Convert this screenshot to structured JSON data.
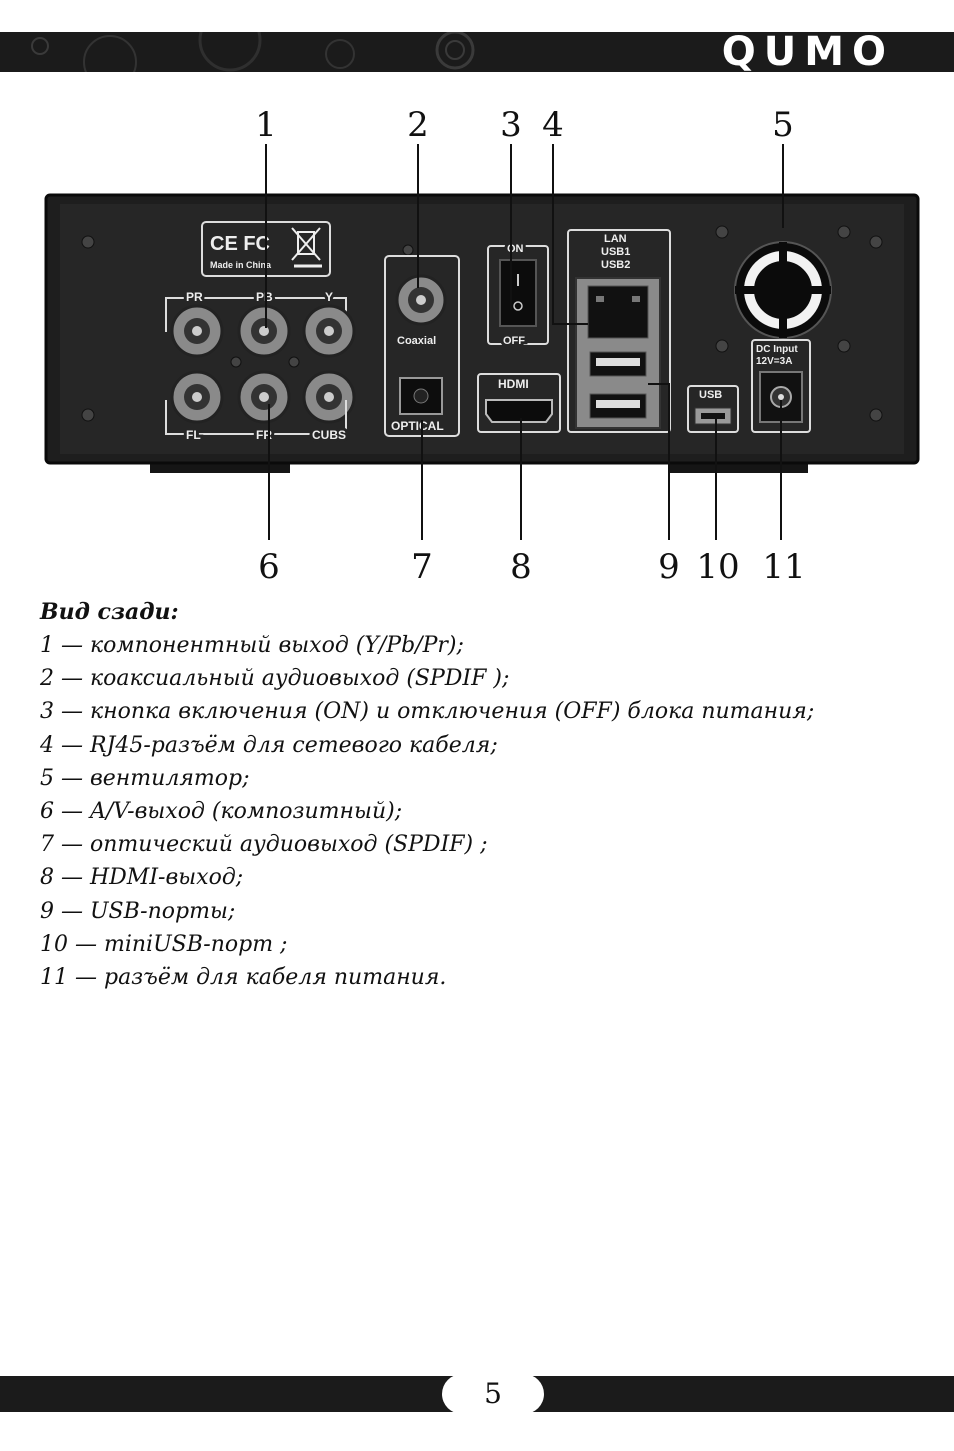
{
  "header": {
    "logo_text": "QUMO"
  },
  "figure": {
    "callouts": [
      "1",
      "2",
      "3",
      "4",
      "5",
      "6",
      "7",
      "8",
      "9",
      "10",
      "11"
    ],
    "panel_labels": {
      "ce_mark": "CE FC",
      "made_in": "Made in China",
      "pr": "PR",
      "pb": "PB",
      "y": "Y",
      "fl": "FL",
      "fr": "FR",
      "cubs": "CUBS",
      "coaxial": "Coaxial",
      "optical": "OPTICAL",
      "on": "ON",
      "off": "OFF",
      "hdmi": "HDMI",
      "lan": "LAN",
      "usb1": "USB1",
      "usb2": "USB2",
      "usb": "USB",
      "dc_input": "DC Input",
      "dc_rating": "12V=3A"
    }
  },
  "caption": {
    "title": "Вид сзади:",
    "items": [
      "1 — компонентный выход (Y/Pb/Pr);",
      "2 — коаксиальный аудиовыход (SPDIF );",
      "3 — кнопка включения (ON) и отключения (OFF) блока питания;",
      "4 — RJ45-разъём для сетевого кабеля;",
      "5 — вентилятор;",
      "6 — A/V-выход (композитный);",
      "7 — оптический аудиовыход (SPDIF) ;",
      "8 — HDMI-выход;",
      "9 — USB-порты;",
      "10 — miniUSB-порт ;",
      "11 — разъём для кабеля питания."
    ]
  },
  "footer": {
    "page_number": "5"
  }
}
